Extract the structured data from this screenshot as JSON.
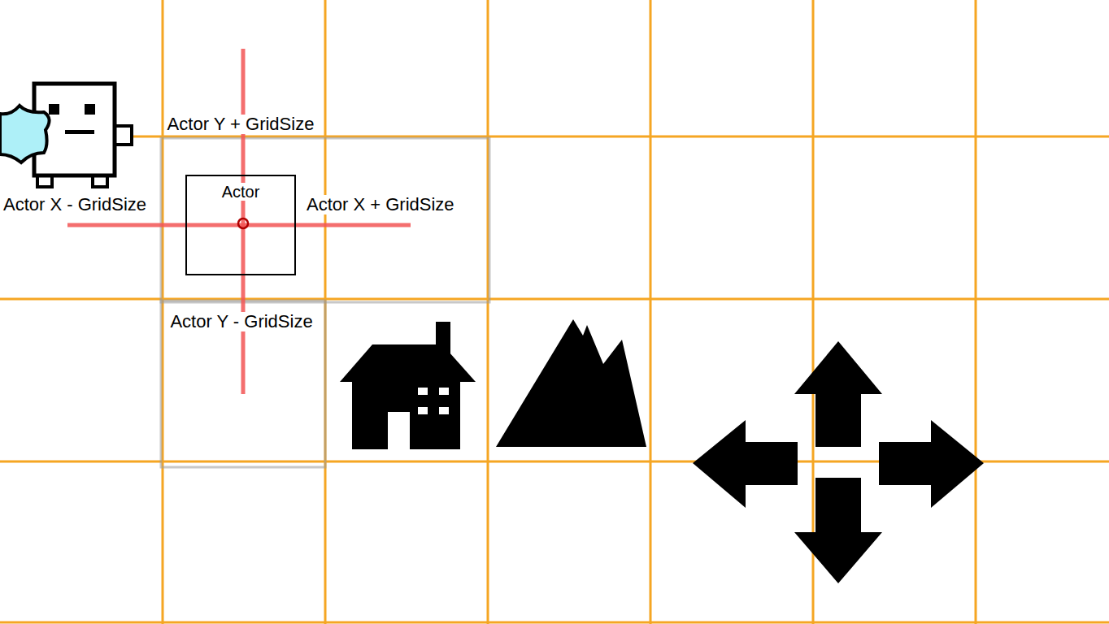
{
  "diagram": {
    "nodes": [
      {
        "text": [
          "Actor"
        ]
      }
    ],
    "edges": [],
    "labels": [
      "Actor Y + GridSize",
      "Actor X - GridSize",
      "Actor X + GridSize",
      "Actor Y - GridSize"
    ]
  }
}
